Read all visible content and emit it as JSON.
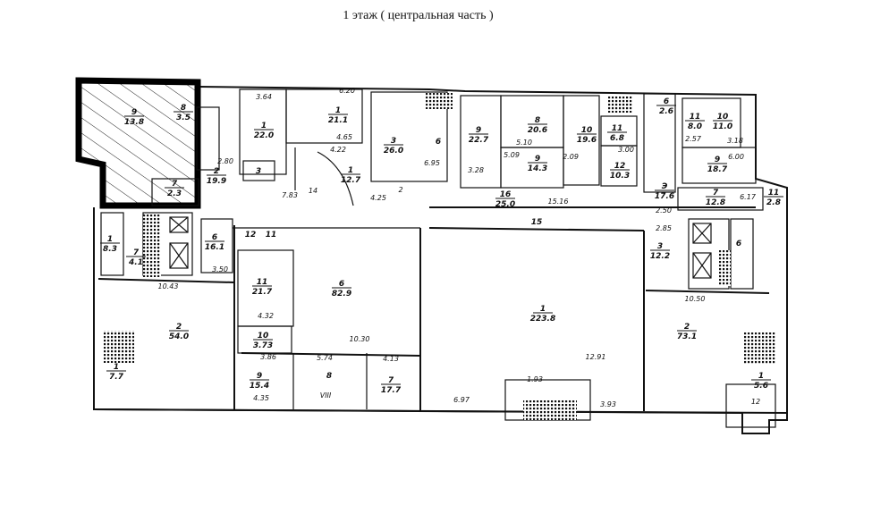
{
  "title": "1 этаж ( центральная часть )",
  "rooms": [
    {
      "num": "9",
      "area": "13.8"
    },
    {
      "num": "8",
      "area": "3.5"
    },
    {
      "num": "7",
      "area": "2.3"
    },
    {
      "num": "1",
      "area": "22.0"
    },
    {
      "num": "1",
      "area": "21.1"
    },
    {
      "num": "1",
      "area": "12.7"
    },
    {
      "num": "3",
      "area": "26.0"
    },
    {
      "num": "6",
      "area": ""
    },
    {
      "num": "2",
      "area": "19.9"
    },
    {
      "num": "3",
      "area": ""
    },
    {
      "num": "9",
      "area": "22.7"
    },
    {
      "num": "8",
      "area": "20.6"
    },
    {
      "num": "9",
      "area": "14.3"
    },
    {
      "num": "10",
      "area": "19.6"
    },
    {
      "num": "11",
      "area": "6.8"
    },
    {
      "num": "12",
      "area": "10.3"
    },
    {
      "num": "6",
      "area": "2.6"
    },
    {
      "num": "11",
      "area": "8.0"
    },
    {
      "num": "10",
      "area": "11.0"
    },
    {
      "num": "9",
      "area": "18.7"
    },
    {
      "num": "7",
      "area": "12.8"
    },
    {
      "num": "11",
      "area": "2.8"
    },
    {
      "num": "16",
      "area": "25.0"
    },
    {
      "num": "Э",
      "area": "17.6"
    },
    {
      "num": "1",
      "area": "8.3"
    },
    {
      "num": "7",
      "area": "4.1"
    },
    {
      "num": "6",
      "area": "16.1"
    },
    {
      "num": "12",
      "area": ""
    },
    {
      "num": "11",
      "area": ""
    },
    {
      "num": "11",
      "area": "21.7"
    },
    {
      "num": "6",
      "area": "82.9"
    },
    {
      "num": "10",
      "area": "3.73"
    },
    {
      "num": "9",
      "area": "15.4"
    },
    {
      "num": "8",
      "area": ""
    },
    {
      "num": "7",
      "area": "17.7"
    },
    {
      "num": "2",
      "area": "54.0"
    },
    {
      "num": "1",
      "area": "7.7"
    },
    {
      "num": "1",
      "area": "223.8"
    },
    {
      "num": "3",
      "area": "12.2"
    },
    {
      "num": "6",
      "area": ""
    },
    {
      "num": "2",
      "area": "73.1"
    },
    {
      "num": "1",
      "area": "5.6"
    },
    {
      "num": "15",
      "area": ""
    }
  ],
  "dimensions": [
    "3.64",
    "6.20",
    "4.65",
    "4.22",
    "6.95",
    "5.10",
    "5.09",
    "3.28",
    "2.09",
    "3.00",
    "2.57",
    "3.18",
    "6.00",
    "15.16",
    "2.50",
    "6.17",
    "7.83",
    "14",
    "4.25",
    "2",
    "2.80",
    "10.43",
    "3.50",
    "4.32",
    "10.30",
    "5.74",
    "3.86",
    "4.13",
    "4.35",
    "2.85",
    "10.50",
    "12.91",
    "1.93",
    "6.97",
    "3.93",
    "VIII",
    "12"
  ]
}
